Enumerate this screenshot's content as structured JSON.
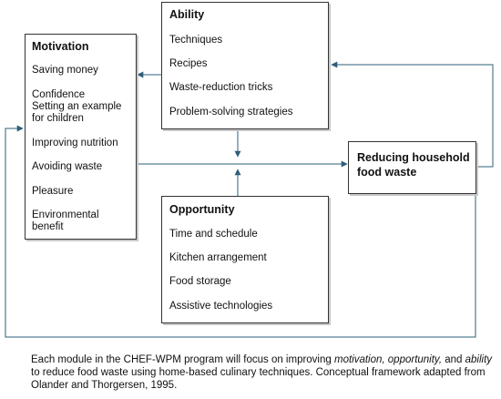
{
  "colors": {
    "arrow": "#2e5f7a",
    "border": "#333333"
  },
  "motivation": {
    "title": "Motivation",
    "items": [
      "Saving money",
      "Confidence\nSetting an example\nfor children",
      "Improving nutrition",
      "Avoiding waste",
      "Pleasure",
      "Environmental\nbenefit"
    ]
  },
  "ability": {
    "title": "Ability",
    "items": [
      "Techniques",
      "Recipes",
      "Waste-reduction tricks",
      "Problem-solving strategies"
    ]
  },
  "opportunity": {
    "title": "Opportunity",
    "items": [
      "Time and schedule",
      "Kitchen arrangement",
      "Food storage",
      "Assistive technologies"
    ]
  },
  "outcome": {
    "title": "Reducing household food waste"
  },
  "caption": {
    "part1": "Each module in the CHEF-WPM program will focus on improving ",
    "em1": "motivation, opportunity,",
    "part2": " and ",
    "em2": "ability",
    "part3": " to reduce food waste using home-based culinary techniques. Conceptual framework adapted from Olander and Thorgersen, 1995."
  }
}
